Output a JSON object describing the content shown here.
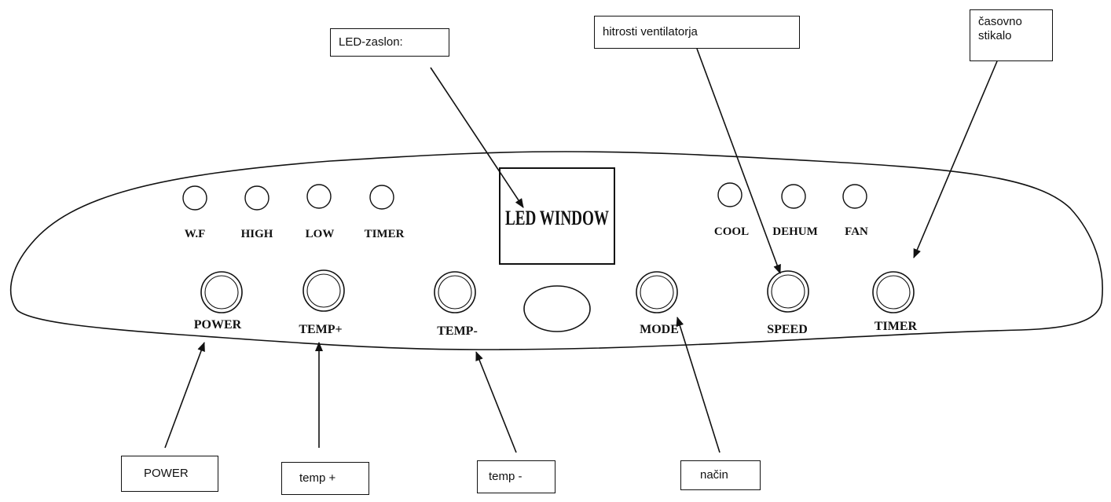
{
  "callouts": {
    "led": "LED-zaslon:",
    "fan_speed": "hitrosti ventilatorja",
    "timer_switch": "časovno stikalo",
    "power": "POWER",
    "temp_plus": "temp +",
    "temp_minus": "temp -",
    "mode": "način"
  },
  "panel": {
    "indicators_left": [
      "W.F",
      "HIGH",
      "LOW",
      "TIMER"
    ],
    "indicators_right": [
      "COOL",
      "DEHUM",
      "FAN"
    ],
    "led_window": "LED WINDOW",
    "buttons": [
      "POWER",
      "TEMP+",
      "TEMP-",
      "MODE",
      "SPEED",
      "TIMER"
    ]
  }
}
